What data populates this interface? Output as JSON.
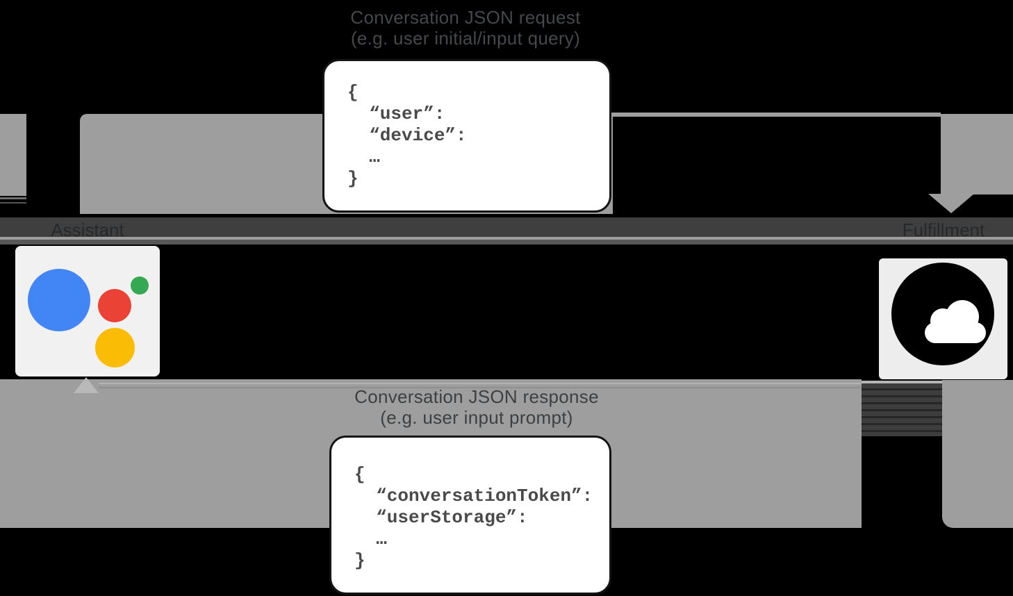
{
  "request": {
    "label_line1": "Conversation JSON request",
    "label_line2": "(e.g. user initial/input query)",
    "code_lines": [
      "{",
      "  “user”:",
      "  “device”:",
      "  …",
      "}"
    ]
  },
  "response": {
    "label_line1": "Conversation JSON response",
    "label_line2": "(e.g. user input prompt)",
    "code_lines": [
      "{",
      "  “conversationToken”:",
      "  “userStorage”:",
      "  …",
      "}"
    ]
  },
  "actors": {
    "assistant": {
      "label": "Assistant",
      "icon": "google-assistant-logo"
    },
    "fulfillment": {
      "label": "Fulfillment",
      "icon": "cloud-icon"
    }
  },
  "colors": {
    "arrow_gray": "#9e9e9e",
    "background": "#000000",
    "code_text": "#4a4a4a",
    "assistant_blue": "#4285f4",
    "assistant_red": "#ea4335",
    "assistant_green": "#34a853",
    "assistant_yellow": "#fbbc05"
  }
}
